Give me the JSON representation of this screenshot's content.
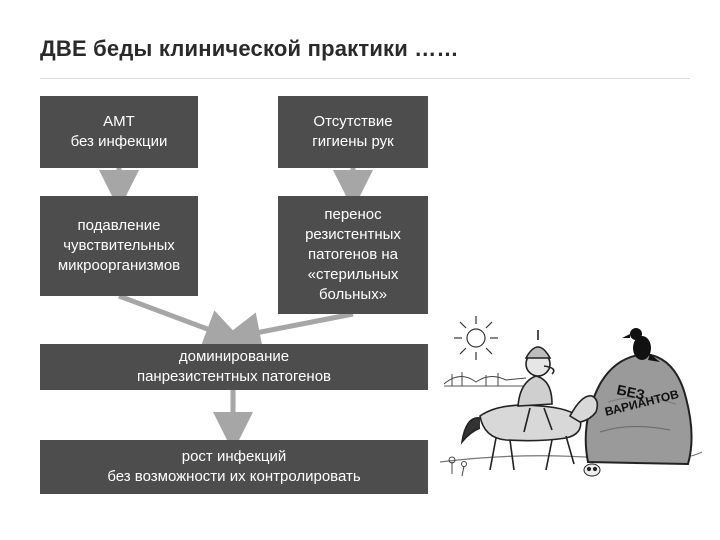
{
  "title": "ДВЕ беды клинической практики ……",
  "boxes": {
    "amt": "АМТ\nбез инфекции",
    "hygiene": "Отсутствие\nгигиены рук",
    "suppression": "подавление\nчувствительных\nмикроорганизмов",
    "transmission": "перенос\nрезистентных\nпатогенов на\n«стерильных\nбольных»",
    "dominance": "доминирование\nпанрезистентных патогенов",
    "growth": "рост инфекций\nбез возможности их контролировать"
  },
  "cartoon": {
    "stone_text": "БЕЗ ВАРИАНТОВ"
  },
  "colors": {
    "box_fill": "#4d4d4d",
    "arrow": "#a6a6a6",
    "text_on_box": "#ffffff"
  }
}
